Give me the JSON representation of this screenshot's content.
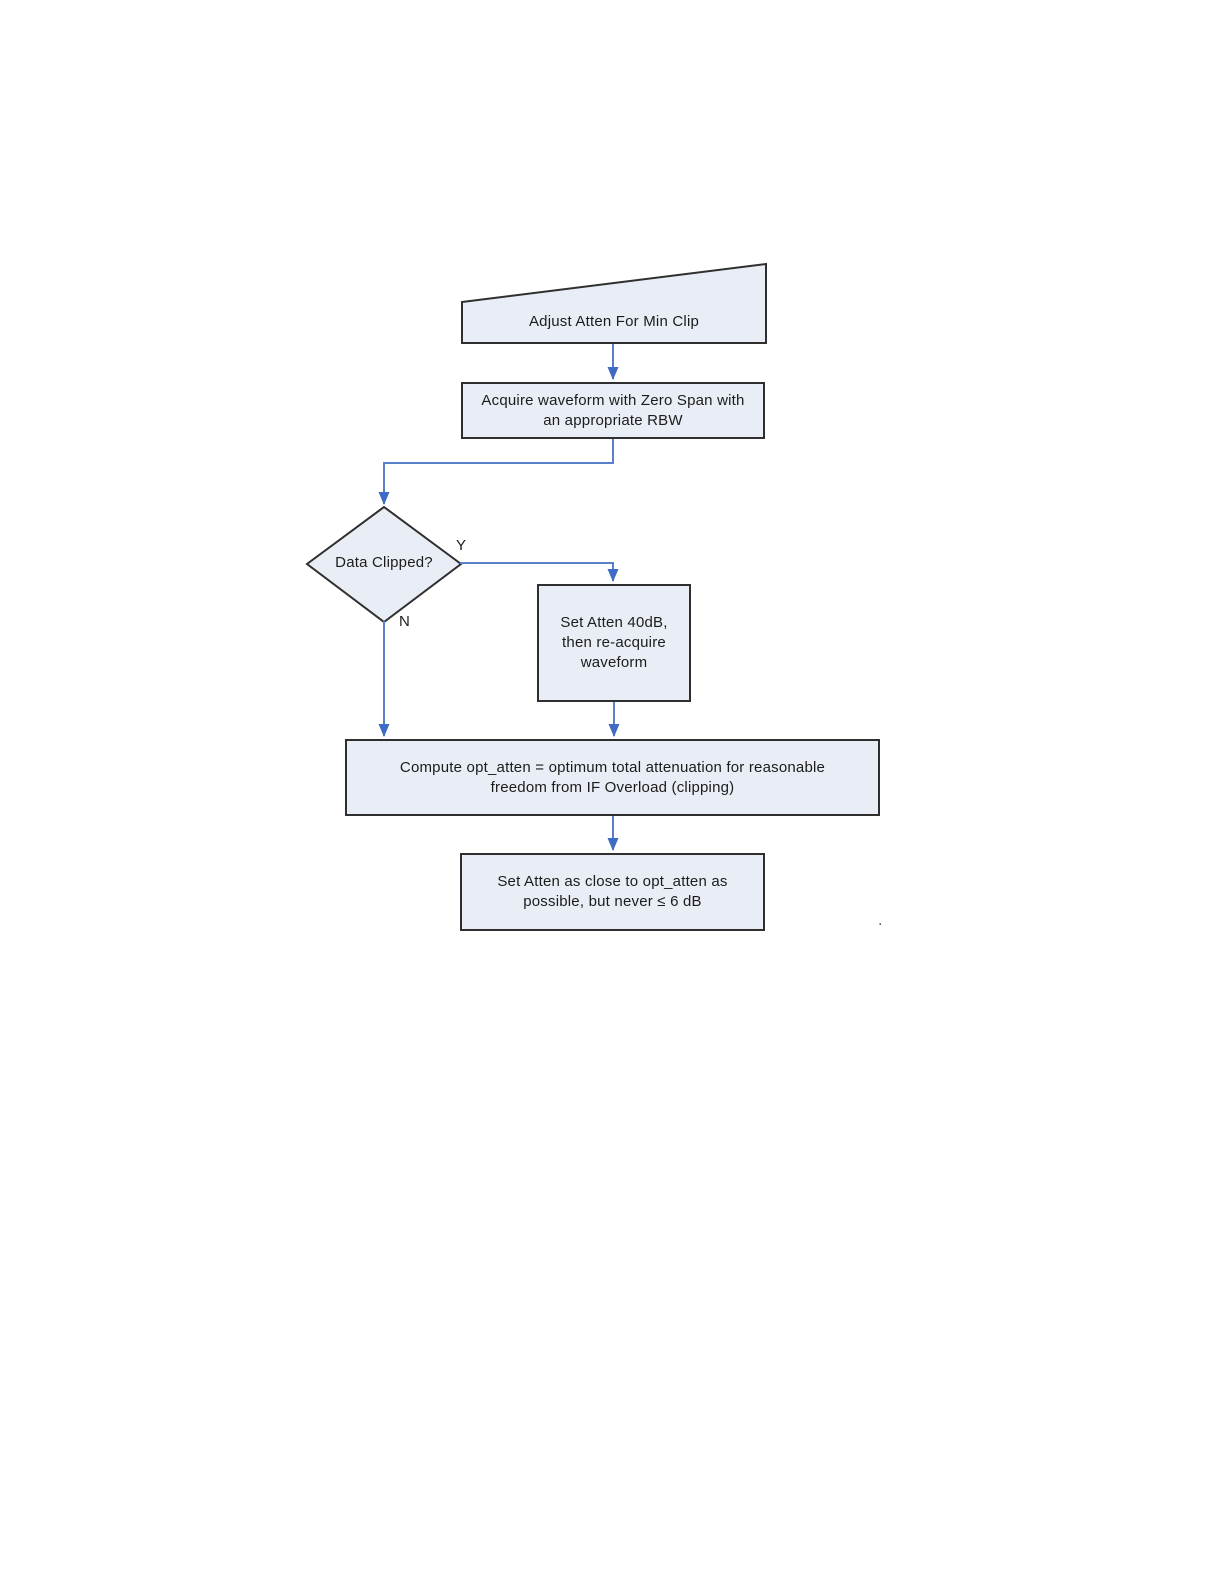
{
  "diagram": {
    "nodes": {
      "adjust": {
        "label": "Adjust Atten For Min Clip"
      },
      "acquire": {
        "line1": "Acquire waveform with Zero Span with",
        "line2": "an appropriate RBW"
      },
      "decision": {
        "label": "Data Clipped?"
      },
      "set40": {
        "line1": "Set Atten 40dB,",
        "line2": "then re-acquire",
        "line3": "waveform"
      },
      "compute": {
        "line1": "Compute opt_atten = optimum total attenuation for reasonable",
        "line2": "freedom from IF Overload (clipping)"
      },
      "final": {
        "line1": "Set Atten as close to opt_atten as",
        "line2": "possible, but never ≤ 6 dB"
      }
    },
    "branches": {
      "yes": "Y",
      "no": "N"
    },
    "stray_mark": ".",
    "colors": {
      "node_fill": "#e9edf5",
      "node_border": "#2f2f2f",
      "connector": "#5b80ca",
      "arrowhead": "#3f6bc4",
      "text": "#1c1c1c"
    }
  }
}
